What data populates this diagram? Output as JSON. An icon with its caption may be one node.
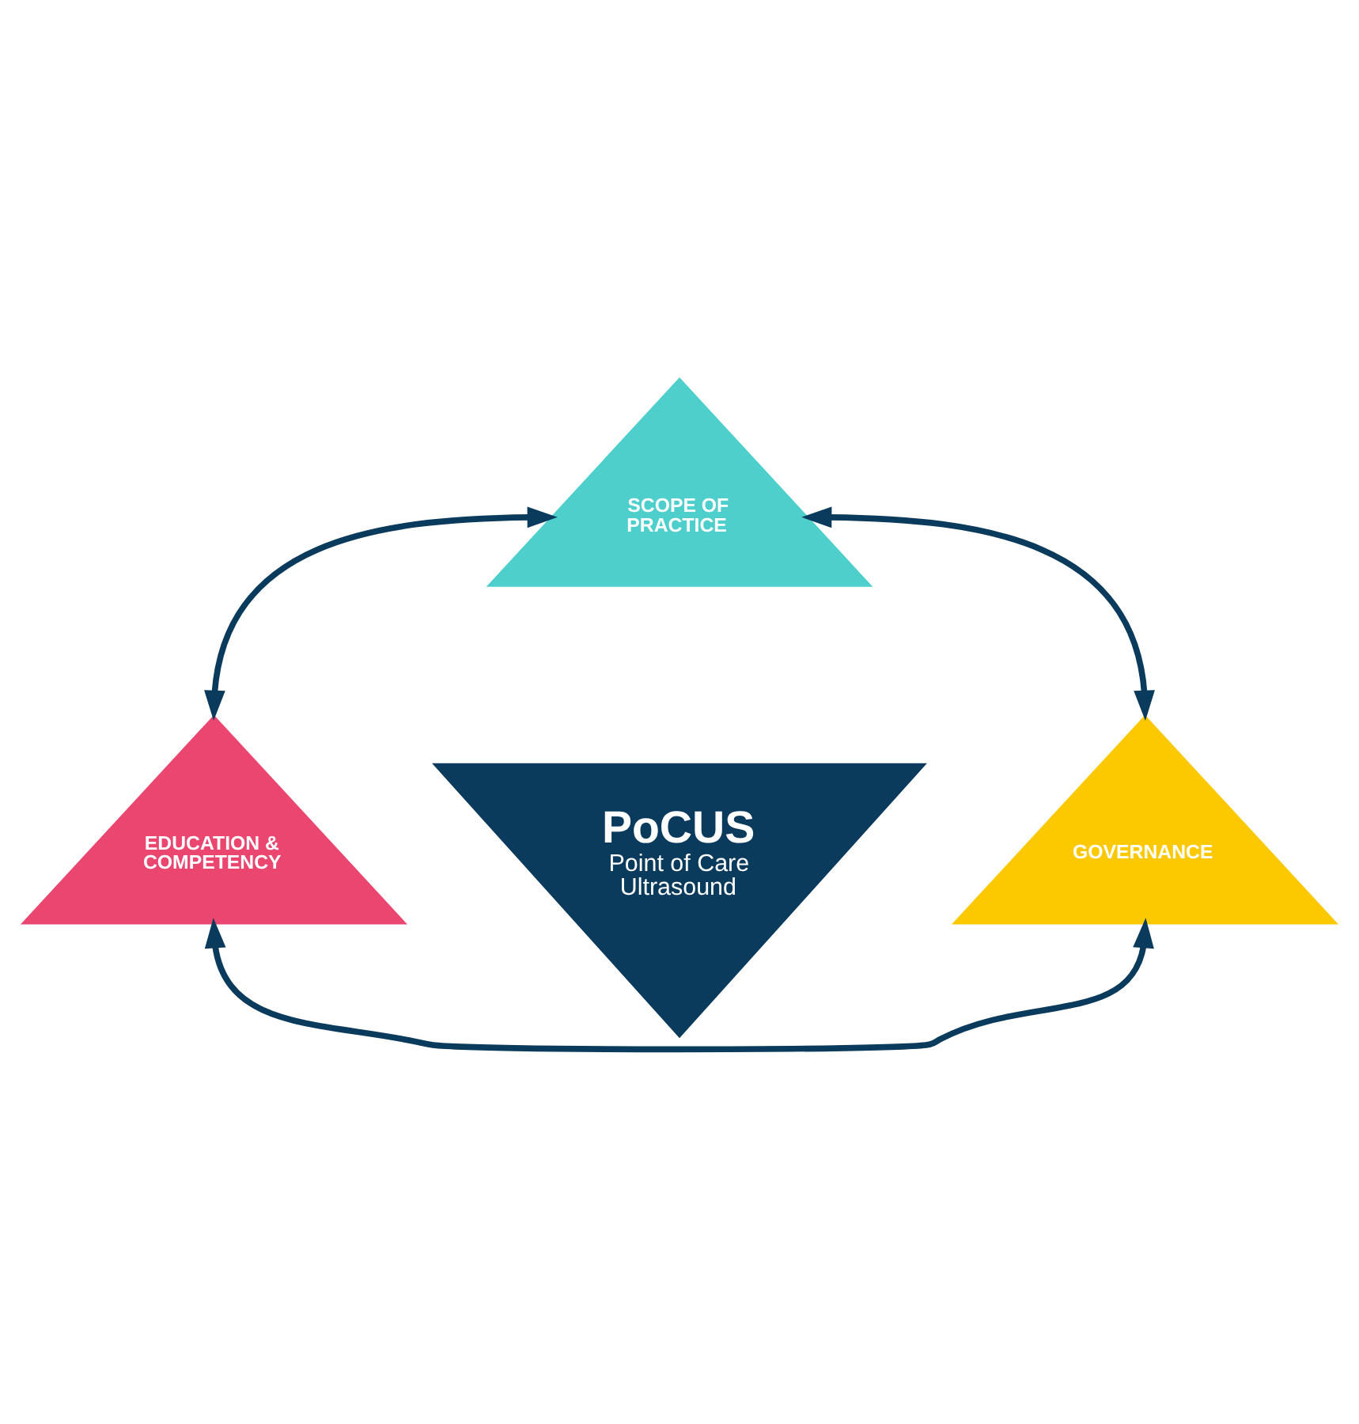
{
  "diagram": {
    "nodes": [
      {
        "text": [
          "SCOPE OF PRACTICE"
        ]
      },
      {
        "text": [
          "PoCUS",
          "Point of Care Ultrasound"
        ]
      },
      {
        "text": [
          "EDUCATION & COMPETENCY"
        ]
      },
      {
        "text": [
          "GOVERNANCE"
        ]
      }
    ],
    "edges": [
      {
        "from": 0,
        "to": 2,
        "arrow": "both"
      },
      {
        "from": 0,
        "to": 3,
        "arrow": "both"
      },
      {
        "from": 2,
        "to": 3,
        "arrow": "both"
      }
    ]
  }
}
